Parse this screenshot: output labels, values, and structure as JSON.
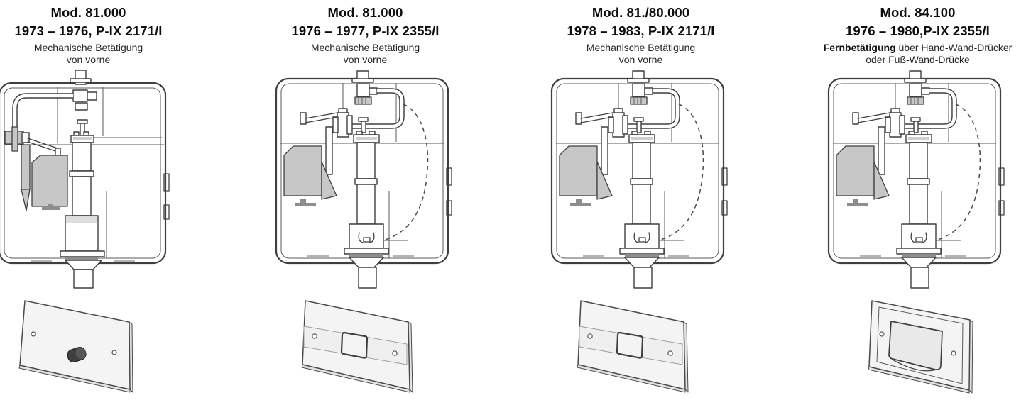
{
  "palette": {
    "background": "#ffffff",
    "line": "#3f3f3f",
    "text": "#111111",
    "float_gray": "#c7c7c7",
    "plate_fill": "#f4f4f4",
    "knob_dark": "#3f3f3f"
  },
  "figures": {
    "cistern_v1": "Concealed cistern cutaway, mechanical front actuation, supply pipe routed along top-left wall to side elbow",
    "cistern_v2": "Concealed cistern cutaway, supply loop curving right, bell float and flush valve with dashed hose",
    "plate_knob": "Access plate with two screws and round black push-knob",
    "plate_square": "Access plate with horizontal trim band and central square push-button",
    "plate_rocker": "Framed access plate with large rectangular rocker push-button"
  },
  "columns": [
    {
      "model": "Mod. 81.000",
      "period": "1973 – 1976, P-IX 2171/I",
      "desc_bold": "",
      "desc_line1": "Mechanische Betätigung",
      "desc_line2": "von vorne",
      "diagram": "cistern_v1",
      "plate": "plate_knob"
    },
    {
      "model": "Mod. 81.000",
      "period": "1976 – 1977, P-IX 2355/I",
      "desc_bold": "",
      "desc_line1": "Mechanische Betätigung",
      "desc_line2": "von vorne",
      "diagram": "cistern_v2",
      "plate": "plate_square"
    },
    {
      "model": "Mod. 81./80.000",
      "period": "1978 – 1983, P-IX 2171/I",
      "desc_bold": "",
      "desc_line1": "Mechanische Betätigung",
      "desc_line2": "von vorne",
      "diagram": "cistern_v2",
      "plate": "plate_square"
    },
    {
      "model": "Mod. 84.100",
      "period": "1976 – 1980,P-IX 2355/I",
      "desc_bold": "Fernbetätigung",
      "desc_line1": " über Hand-Wand-Drücker",
      "desc_line2": "oder Fuß-Wand-Drücke",
      "diagram": "cistern_v2",
      "plate": "plate_rocker"
    }
  ]
}
